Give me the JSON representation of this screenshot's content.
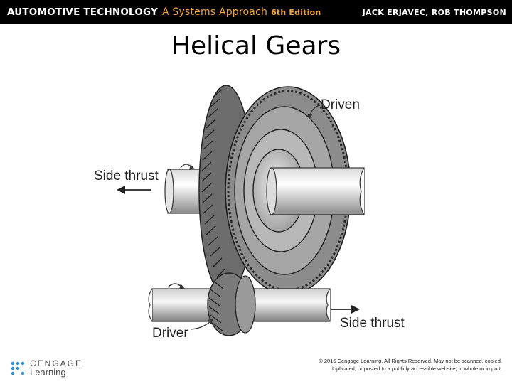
{
  "header": {
    "book_title": "AUTOMOTIVE TECHNOLOGY",
    "book_subtitle": "A Systems Approach",
    "edition": "6th Edition",
    "authors": "JACK ERJAVEC, ROB THOMPSON"
  },
  "slide": {
    "title": "Helical Gears"
  },
  "figure": {
    "labels": {
      "driven": "Driven",
      "side_thrust_left": "Side thrust",
      "side_thrust_right": "Side thrust",
      "driver": "Driver"
    }
  },
  "footer": {
    "logo_line1": "CENGAGE",
    "logo_line2": "Learning",
    "copyright_line1": "© 2015 Cengage Learning. All Rights Reserved. May not be scanned, copied,",
    "copyright_line2": "duplicated, or posted to a publicly accessible website, in whole or in part."
  },
  "colors": {
    "header_bg": "#000000",
    "header_accent": "#f3a43b",
    "logo_blue": "#2b8fd6"
  }
}
